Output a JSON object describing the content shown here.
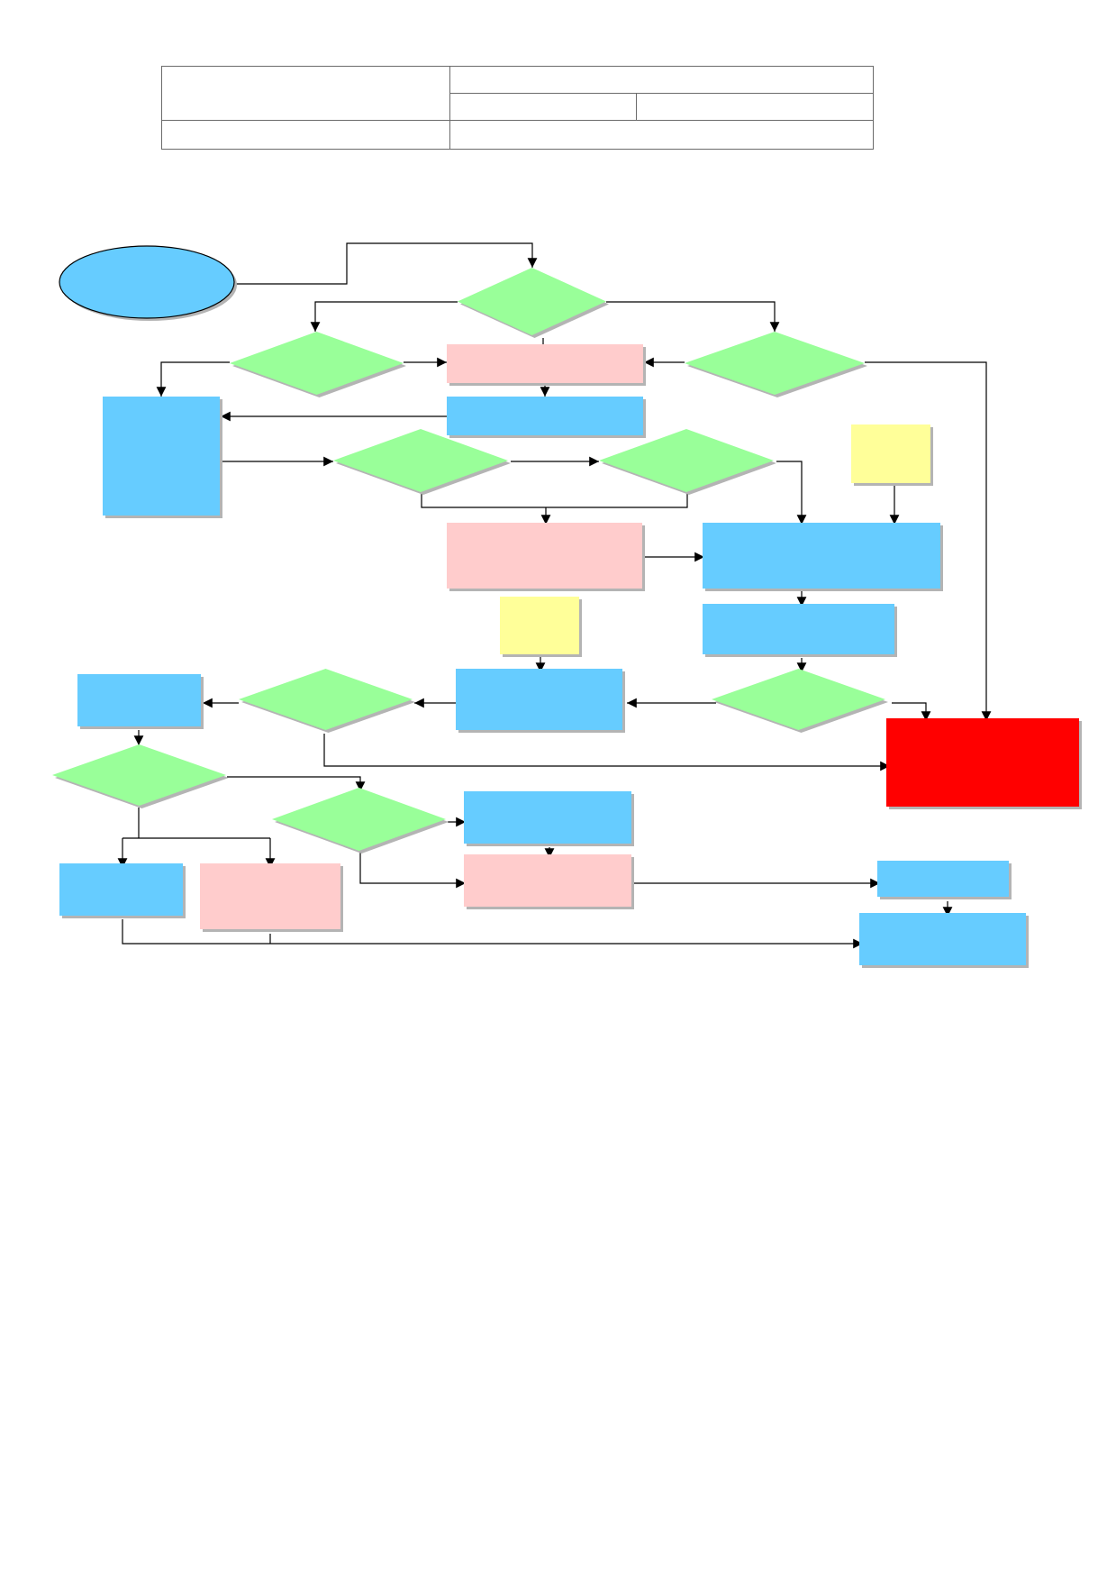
{
  "header_table": {
    "row1_left": "",
    "row1_right_top": "",
    "row1_right_bottom_a": "",
    "row1_right_bottom_b": "",
    "row2_left": "",
    "row2_right": ""
  },
  "colors": {
    "start_fill": "#66ccff",
    "decision_fill": "#99ff99",
    "process_fill": "#66ccff",
    "pink_fill": "#ffcccc",
    "note_fill": "#ffff99",
    "terminal_fill": "#ff0000",
    "shadow": "#b4b4b4",
    "line": "#000000"
  },
  "nodes": [
    {
      "id": "start",
      "shape": "ellipse",
      "color": "start",
      "label": ""
    },
    {
      "id": "d1",
      "shape": "diamond",
      "color": "decision",
      "label": ""
    },
    {
      "id": "d2",
      "shape": "diamond",
      "color": "decision",
      "label": ""
    },
    {
      "id": "p_pink1",
      "shape": "rect",
      "color": "pink",
      "label": ""
    },
    {
      "id": "d3",
      "shape": "diamond",
      "color": "decision",
      "label": ""
    },
    {
      "id": "p_tall",
      "shape": "rect",
      "color": "process",
      "label": ""
    },
    {
      "id": "p2",
      "shape": "rect",
      "color": "process",
      "label": ""
    },
    {
      "id": "d4",
      "shape": "diamond",
      "color": "decision",
      "label": ""
    },
    {
      "id": "d5",
      "shape": "diamond",
      "color": "decision",
      "label": ""
    },
    {
      "id": "note1",
      "shape": "rect",
      "color": "note",
      "label": ""
    },
    {
      "id": "p_pink2",
      "shape": "rect",
      "color": "pink",
      "label": ""
    },
    {
      "id": "p_wide",
      "shape": "rect",
      "color": "process",
      "label": ""
    },
    {
      "id": "p4",
      "shape": "rect",
      "color": "process",
      "label": ""
    },
    {
      "id": "note2",
      "shape": "rect",
      "color": "note",
      "label": ""
    },
    {
      "id": "p3",
      "shape": "rect",
      "color": "process",
      "label": ""
    },
    {
      "id": "d6",
      "shape": "diamond",
      "color": "decision",
      "label": ""
    },
    {
      "id": "d7",
      "shape": "diamond",
      "color": "decision",
      "label": ""
    },
    {
      "id": "p5",
      "shape": "rect",
      "color": "process",
      "label": ""
    },
    {
      "id": "red",
      "shape": "rect",
      "color": "terminal",
      "label": ""
    },
    {
      "id": "d8",
      "shape": "diamond",
      "color": "decision",
      "label": ""
    },
    {
      "id": "d9",
      "shape": "diamond",
      "color": "decision",
      "label": ""
    },
    {
      "id": "p6",
      "shape": "rect",
      "color": "process",
      "label": ""
    },
    {
      "id": "p_pink3",
      "shape": "rect",
      "color": "pink",
      "label": ""
    },
    {
      "id": "p7",
      "shape": "rect",
      "color": "process",
      "label": ""
    },
    {
      "id": "p_pink4",
      "shape": "rect",
      "color": "pink",
      "label": ""
    },
    {
      "id": "p8",
      "shape": "rect",
      "color": "process",
      "label": ""
    },
    {
      "id": "p9",
      "shape": "rect",
      "color": "process",
      "label": ""
    }
  ]
}
